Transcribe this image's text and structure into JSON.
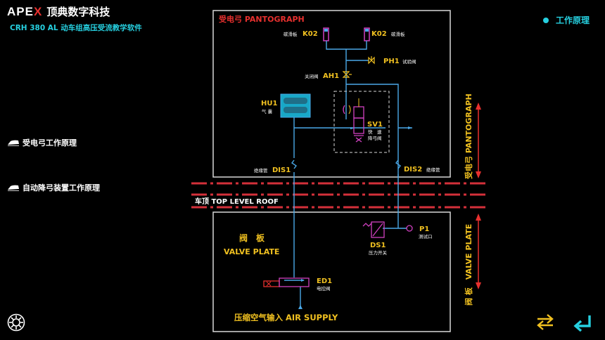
{
  "header": {
    "logo": "APEX",
    "brand_name": "顶典数字科技",
    "subtitle": "CRH 380 AL 动车组高压受流教学软件",
    "section_title": "工作原理"
  },
  "sidebar": {
    "items": [
      {
        "label": "受电弓工作原理"
      },
      {
        "label": "自动降弓装置工作原理"
      }
    ]
  },
  "diagram": {
    "pantograph_title": "受电弓 PANTOGRAPH",
    "k02_left": {
      "code": "K02",
      "name": "碳滑板"
    },
    "k02_right": {
      "code": "K02",
      "name": "碳滑板"
    },
    "ph1": {
      "code": "PH1",
      "name": "试验阀"
    },
    "ah1": {
      "code": "AH1",
      "name": "关闭阀"
    },
    "hu1": {
      "code": "HU1",
      "name": "气 囊"
    },
    "sv1": {
      "code": "SV1",
      "name1": "快　速",
      "name2": "降弓阀"
    },
    "dis1": {
      "code": "DIS1",
      "name": "绝缘管"
    },
    "dis2": {
      "code": "DIS2",
      "name": "绝缘管"
    },
    "roof_label": "车顶 TOP LEVEL ROOF",
    "valve_plate_cn": "阀　板",
    "valve_plate_en": "VALVE PLATE",
    "ds1": {
      "code": "DS1",
      "name": "压力开关"
    },
    "p1": {
      "code": "P1",
      "name": "测试口"
    },
    "ed1": {
      "code": "ED1",
      "name": "电控阀"
    },
    "air_supply": "压缩空气输入 AIR SUPPLY",
    "side_pantograph": "受电弓 PANTOGRAPH",
    "side_valve_plate": "阀 板　VALVE PLATE"
  },
  "colors": {
    "cyan": "#26d0e0",
    "red": "#e8302e",
    "yellow": "#f0c020",
    "line_blue": "#4aa8e8",
    "magenta": "#d040c0"
  }
}
